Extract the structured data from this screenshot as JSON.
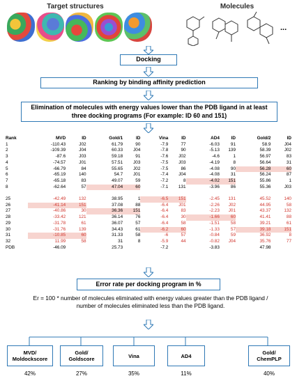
{
  "header": {
    "targets_label": "Target structures",
    "molecules_label": "Molecules",
    "ellipsis": "..."
  },
  "steps": {
    "docking": "Docking",
    "ranking": "Ranking by binding affinity prediction",
    "elimination": "Elimination of molecules with energy values lower than the PDB ligand in at least three docking programs (For example: ID 60 and 151)",
    "error_rate": "Error rate per docking program in %",
    "formula": "Er = 100 * number of molecules eliminated with energy values greater than the PDB ligand / number of molecules eliminated less than the PDB ligand."
  },
  "table": {
    "columns": [
      "Rank",
      "MVD",
      "ID",
      "Gold/1",
      "ID",
      "Vina",
      "ID",
      "AD4",
      "ID",
      "Gold/2",
      "ID"
    ],
    "rows_top": [
      [
        "1",
        "-110.43",
        "J02",
        "61.79",
        "90",
        "-7.9",
        "77",
        "-6.03",
        "91",
        "58.9",
        "J04"
      ],
      [
        "2",
        "-109.39",
        "J04",
        "60.33",
        "J04",
        "-7.8",
        "90",
        "-5.13",
        "139",
        "58.39",
        "J02"
      ],
      [
        "3",
        "-87.6",
        "J03",
        "59.18",
        "91",
        "-7.6",
        "J02",
        "-4.6",
        "1",
        "56.97",
        "83"
      ],
      [
        "4",
        "-74.57",
        "J01",
        "57.51",
        "J03",
        "-7.5",
        "J03",
        "-4.19",
        "8",
        "56.64",
        "31"
      ],
      [
        "5",
        "-66.79",
        "84",
        "55.65",
        "J02",
        "-7.5",
        "86",
        "-4.08",
        "90",
        "56.28",
        "60"
      ],
      [
        "6",
        "-65.19",
        "140",
        "54.7",
        "J01",
        "-7.4",
        "J04",
        "-4.08",
        "31",
        "56.24",
        "87"
      ],
      [
        "7",
        "-65.18",
        "83",
        "49.07",
        "59",
        "-7.2",
        "8",
        "-4.02",
        "151",
        "55.86",
        "1"
      ],
      [
        "8",
        "-62.64",
        "57",
        "47.04",
        "60",
        "-7.1",
        "131",
        "-3.96",
        "86",
        "55.36",
        "J03"
      ]
    ],
    "rows_bottom": [
      [
        "25",
        "-42.49",
        "132",
        "38.95",
        "1",
        "-6.5",
        "151",
        "-2.45",
        "131",
        "45.52",
        "140"
      ],
      [
        "26",
        "-41.14",
        "151",
        "37.08",
        "88",
        "-6.4",
        "J01",
        "-2.26",
        "J02",
        "44.95",
        "58"
      ],
      [
        "27",
        "-40.86",
        "30",
        "36.36",
        "151",
        "-6.4",
        "83",
        "-2.23",
        "J01",
        "43.37",
        "132"
      ],
      [
        "28",
        "-33.42",
        "121",
        "36.14",
        "76",
        "-6.4",
        "30",
        "-1.66",
        "60",
        "41.41",
        "88"
      ],
      [
        "29",
        "-31.78",
        "61",
        "36.07",
        "57",
        "-6.4",
        "58",
        "-1.51",
        "58",
        "39.21",
        "61"
      ],
      [
        "30",
        "-31.76",
        "139",
        "34.43",
        "61",
        "-6.2",
        "60",
        "-1.33",
        "57",
        "39.18",
        "151"
      ],
      [
        "31",
        "-10.85",
        "60",
        "31.33",
        "58",
        "-6",
        "57",
        "-0.84",
        "59",
        "36.92",
        "8"
      ],
      [
        "32",
        "11.99",
        "58",
        "31",
        "8",
        "-5.9",
        "44",
        "-0.82",
        "J04",
        "35.76",
        "77"
      ]
    ],
    "pdb_row": [
      "PDB",
      "-46.09",
      "",
      "25.73",
      "",
      "-7.2",
      "",
      "-3.83",
      "",
      "47.98",
      ""
    ]
  },
  "programs": [
    {
      "name": "MVD/\nMoldockscore",
      "pct": "42%"
    },
    {
      "name": "Gold/\nGoldscore",
      "pct": "27%"
    },
    {
      "name": "Vina",
      "pct": "35%"
    },
    {
      "name": "AD4",
      "pct": "11%"
    },
    {
      "name": "Gold/\nChemPLP",
      "pct": "40%"
    }
  ],
  "colors": {
    "border": "#2e78b5",
    "arrow": "#2e78b5",
    "red_text": "#d0342c",
    "highlight": "#f7d4cf"
  }
}
